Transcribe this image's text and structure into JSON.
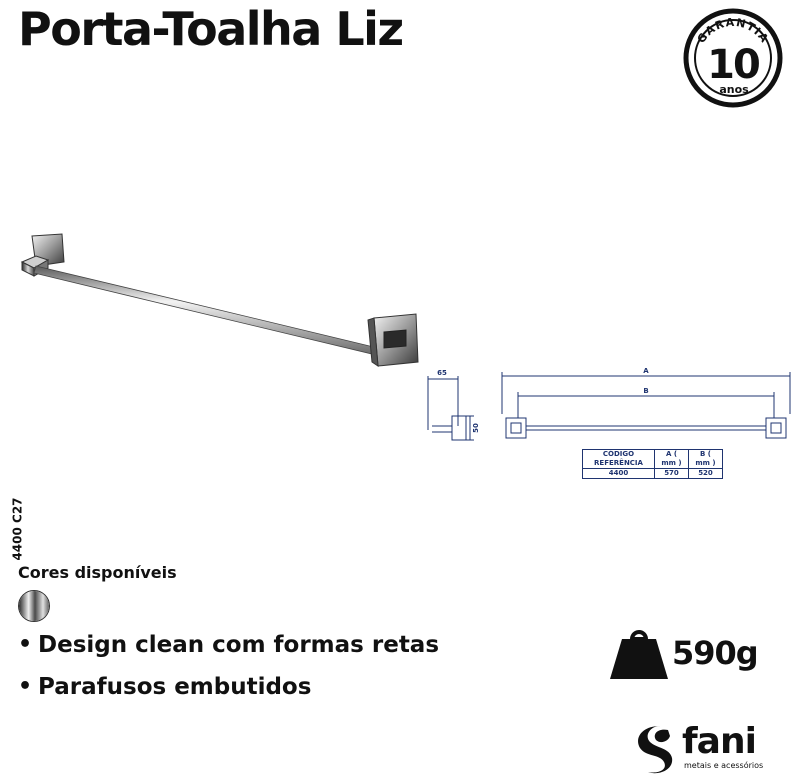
{
  "title": "Porta-Toalha Liz",
  "warranty": {
    "top": "GARANTIA",
    "number": "10",
    "bottom": "anos"
  },
  "model_code": "4400 C27",
  "drawing": {
    "side": {
      "depth": "65",
      "height": "50"
    },
    "front": {
      "dim_a": "A",
      "dim_b": "B"
    },
    "table": {
      "headers": [
        "CÓDIGO REFERÊNCIA",
        "A ( mm )",
        "B ( mm )"
      ],
      "rows": [
        [
          "4400",
          "570",
          "520"
        ]
      ]
    }
  },
  "colors": {
    "label": "Cores disponíveis",
    "swatches": [
      "chrome"
    ]
  },
  "features": [
    "Design clean com formas retas",
    "Parafusos embutidos"
  ],
  "weight": {
    "value": "590g",
    "icon": "weight-icon"
  },
  "brand": {
    "name": "fani",
    "tagline": "metais e acessórios"
  },
  "palette": {
    "text": "#111111",
    "drawing_blue": "#1f3470",
    "chrome_dark": "#3a3a3a",
    "chrome_light": "#e6e6e6"
  }
}
